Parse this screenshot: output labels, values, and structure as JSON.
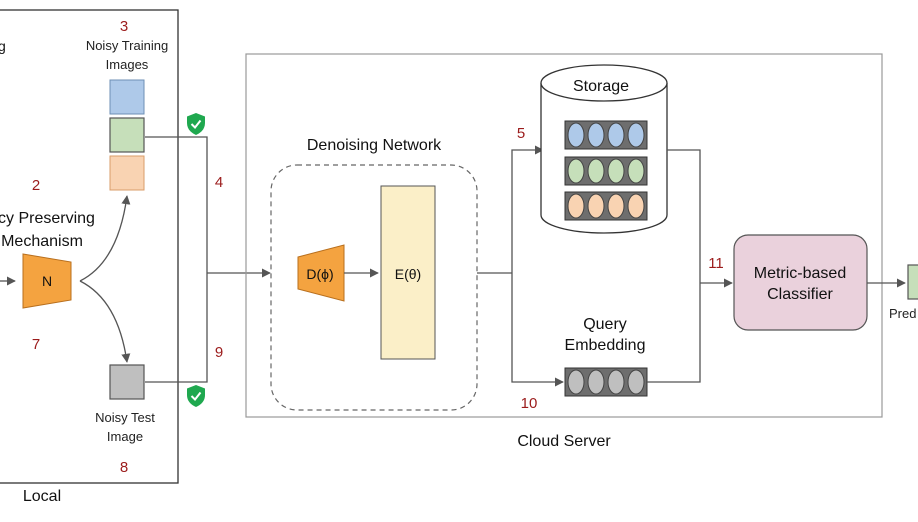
{
  "local": {
    "label": "Local",
    "cut_left_word": "g",
    "privacy_mechanism": {
      "line1": "acy Preserving",
      "line2": "Mechanism",
      "node": "N"
    },
    "noisy_training": {
      "line1": "Noisy Training",
      "line2": "Images"
    },
    "noisy_test": {
      "line1": "Noisy Test",
      "line2": "Image"
    }
  },
  "cloud": {
    "label": "Cloud Server",
    "denoising_network": {
      "title": "Denoising Network",
      "decoder": "D(ϕ)",
      "encoder": "E(θ)"
    },
    "storage": {
      "label": "Storage"
    },
    "query_embedding": {
      "line1": "Query",
      "line2": "Embedding"
    },
    "classifier": {
      "line1": "Metric-based",
      "line2": "Classifier"
    }
  },
  "output": {
    "label": "Pred"
  },
  "steps": {
    "s2": "2",
    "s3": "3",
    "s4": "4",
    "s5": "5",
    "s7": "7",
    "s8": "8",
    "s9": "9",
    "s10": "10",
    "s11": "11"
  },
  "colors": {
    "step_number": "#9b1b1b",
    "orange": "#f4a340",
    "blue": "#aec9e9",
    "green": "#c6dfba",
    "peach": "#f9d3b2",
    "gray": "#bfbfbf",
    "encoder_fill": "#fbefc8",
    "classifier_fill": "#ead1dc",
    "shield": "#1fa84f"
  }
}
